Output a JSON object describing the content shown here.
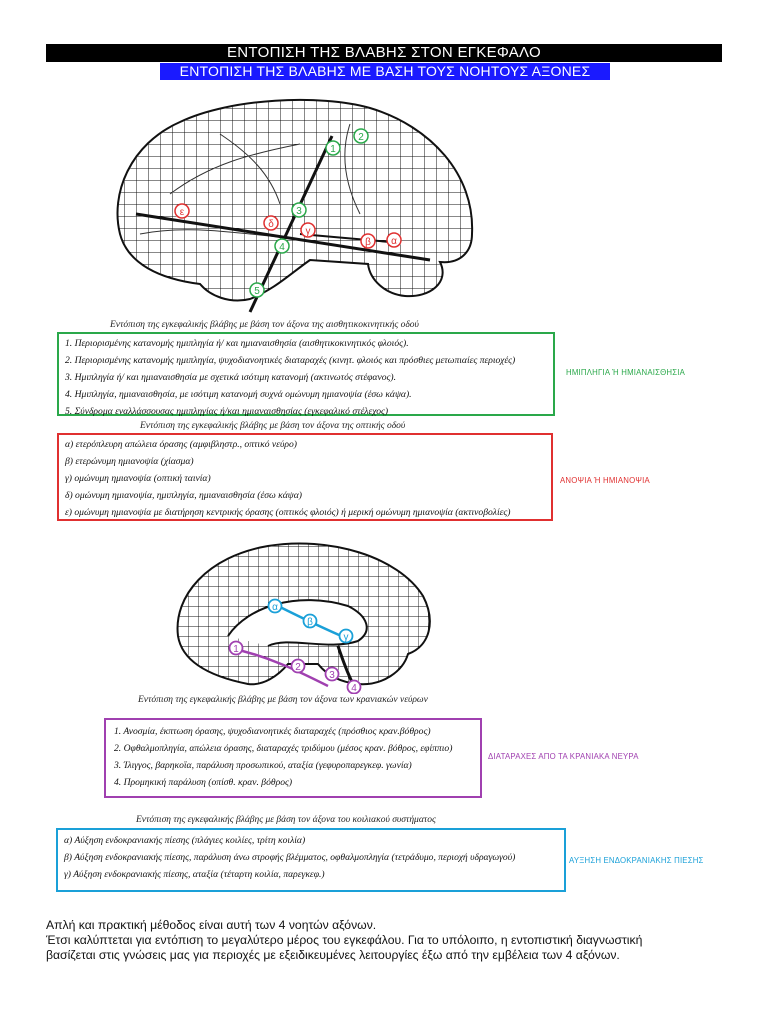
{
  "header": {
    "title": "ΕΝΤΟΠΙΣΗ ΤΗΣ ΒΛΑΒΗΣ ΣΤΟΝ ΕΓΚΕΦΑΛΟ",
    "subtitle": "ΕΝΤΟΠΙΣΗ ΤΗΣ ΒΛΑΒΗΣ ΜΕ ΒΑΣΗ ΤΟΥΣ ΝΟΗΤΟΥΣ ΑΞΟΝΕΣ"
  },
  "diagram1": {
    "markers_green": [
      "1",
      "2",
      "3",
      "4",
      "5"
    ],
    "markers_red": [
      "α",
      "β",
      "γ",
      "δ",
      "ε"
    ],
    "colors": {
      "green": "#2aa84a",
      "red": "#e03030"
    }
  },
  "sections": [
    {
      "caption": "Εντόπιση της εγκεφαλικής βλάβης με βάση τον άξονα της αισθητικοκινητικής οδού",
      "side_label": "ΗΜΙΠΛΗΓΙΑ Ή ΗΜΙΑΝΑΙΣΘΗΣΙΑ",
      "color": "#2aa84a",
      "items": [
        "1. Περιορισμένης κατανομής ημιπληγία ή/ και ημιαναισθησία (αισθητικοκινητικός φλοιός).",
        "2. Περιορισμένης κατανομής ημιπληγία, ψυχοδιανοητικές διαταραχές (κινητ. φλοιός και πρόσθιες μετωπιαίες περιοχές)",
        "3. Ημιπληγία ή/ και ημιαναισθησία με σχετικά ισότιμη κατανομή (ακτινωτός στέφανος).",
        "4. Ημιπληγία, ημιαναισθησία, με ισότιμη κατανομή συχνά ομώνυμη ημιανοψία (έσω κάψα).",
        "5. Σύνδρομα εναλλάσσουσας ημιπληγίας ή/και ημιαναισθησίας (εγκεφαλικό στέλεχος)"
      ]
    },
    {
      "caption": "Εντόπιση της εγκεφαλικής βλάβης με βάση τον άξονα της οπτικής οδού",
      "side_label": "ΑΝΟΨΙΑ Ή ΗΜΙΑΝΟΨΙΑ",
      "color": "#e03030",
      "items": [
        "α) ετερόπλευρη απώλεια όρασης (αμφιβληστρ., οπτικό νεύρο)",
        "β) ετερώνυμη ημιανοψία (χίασμα)",
        "γ) ομώνυμη ημιανοψία (οπτική ταινία)",
        "δ) ομώνυμη ημιανοψία, ημιπληγία, ημιαναισθησία (έσω κάψα)",
        "ε) ομώνυμη ημιανοψία με διατήρηση κεντρικής όρασης (οπτικός φλοιός) ή μερική ομώνυμη ημιανοψία (ακτινοβολίες)"
      ]
    },
    {
      "caption": "Εντόπιση της εγκεφαλικής βλάβης με βάση τον άξονα των κρανιακών νεύρων",
      "side_label": "ΔΙΑΤΑΡΑΧΕΣ ΑΠΟ ΤΑ ΚΡΑΝΙΑΚΑ ΝΕΥΡΑ",
      "color": "#a040b0",
      "items": [
        "1. Ανοσμία, έκπτωση όρασης, ψυχοδιανοητικές διαταραχές (πρόσθιος κραν.βόθρος)",
        "2. Οφθαλμοπληγία, απώλεια όρασης, διαταραχές τριδύμου (μέσος κραν. βόθρος, εφίππιο)",
        "3. Ίλιγγος, βαρηκοΐα, παράλυση προσωπικού, αταξία (γεφυροπαρεγκεφ. γωνία)",
        "4. Προμηκική παράλυση (οπίσθ. κραν. βόθρος)"
      ]
    },
    {
      "caption": "Εντόπιση της εγκεφαλικής βλάβης με βάση τον άξονα του κοιλιακού συστήματος",
      "side_label": "ΑΥΞΗΣΗ ΕΝΔΟΚΡΑΝΙΑΚΗΣ ΠΙΕΣΗΣ",
      "color": "#1aa0d8",
      "items": [
        "α) Αύξηση ενδοκρανιακής πίεσης (πλάγιες κοιλίες, τρίτη κοιλία)",
        "β) Αύξηση ενδοκρανιακής πίεσης, παράλυση άνω στροφής βλέμματος, οφθαλμοπληγία (τετράδυμο, περιοχή υδραγωγού)",
        "γ) Αύξηση ενδοκρανιακής πίεσης, αταξία (τέταρτη κοιλία, παρεγκεφ.)"
      ]
    }
  ],
  "diagram2": {
    "markers_blue": [
      "α",
      "β",
      "γ"
    ],
    "markers_purple": [
      "1",
      "2",
      "3",
      "4"
    ],
    "colors": {
      "blue": "#1aa0d8",
      "purple": "#a040b0"
    }
  },
  "footer": {
    "lines": [
      "Απλή και πρακτική μέθοδος είναι αυτή των 4 νοητών αξόνων.",
      "Έτσι καλύπτεται για εντόπιση το μεγαλύτερο μέρος του εγκεφάλου. Για το υπόλοιπο, η εντοπιστική διαγνωστική",
      "βασίζεται στις γνώσεις μας για περιοχές με εξειδικευμένες λειτουργίες έξω από την εμβέλεια των 4 αξόνων."
    ]
  }
}
